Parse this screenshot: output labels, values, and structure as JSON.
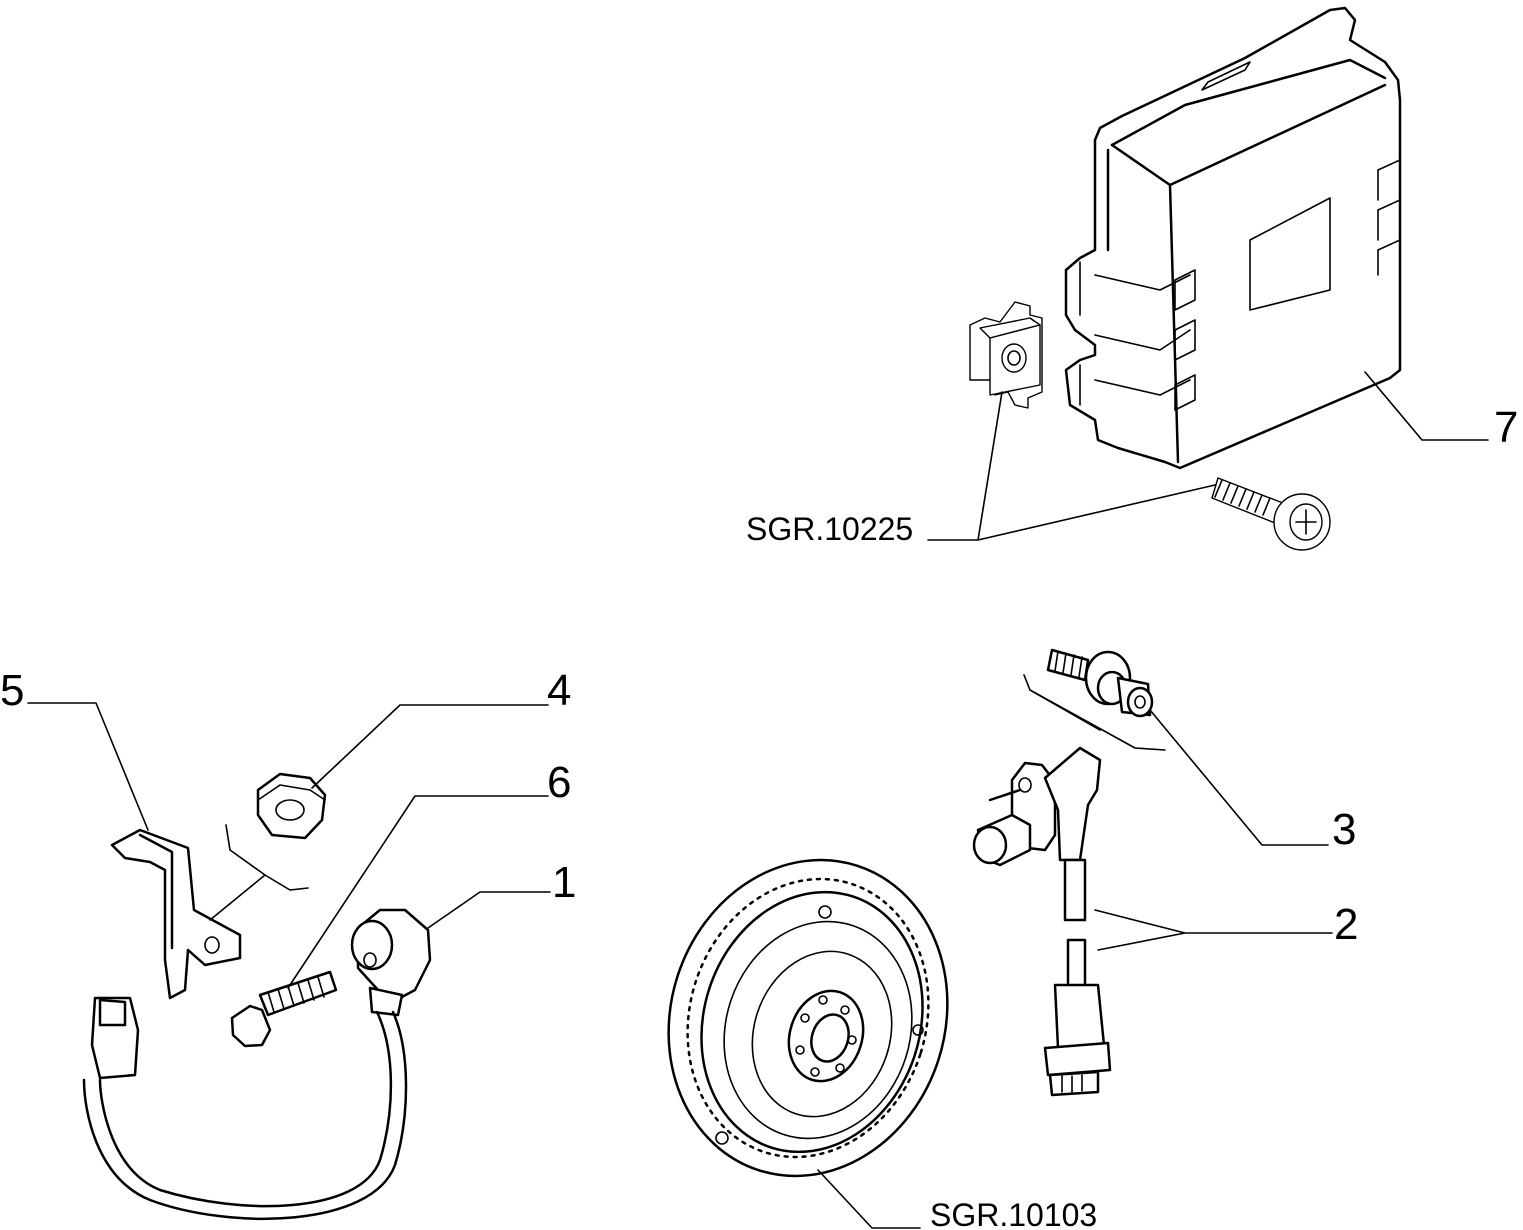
{
  "callouts": {
    "c1": "1",
    "c2": "2",
    "c3": "3",
    "c4": "4",
    "c5": "5",
    "c6": "6",
    "c7": "7"
  },
  "references": {
    "ecu_fixing": "SGR.10225",
    "flywheel": "SGR.10103"
  }
}
